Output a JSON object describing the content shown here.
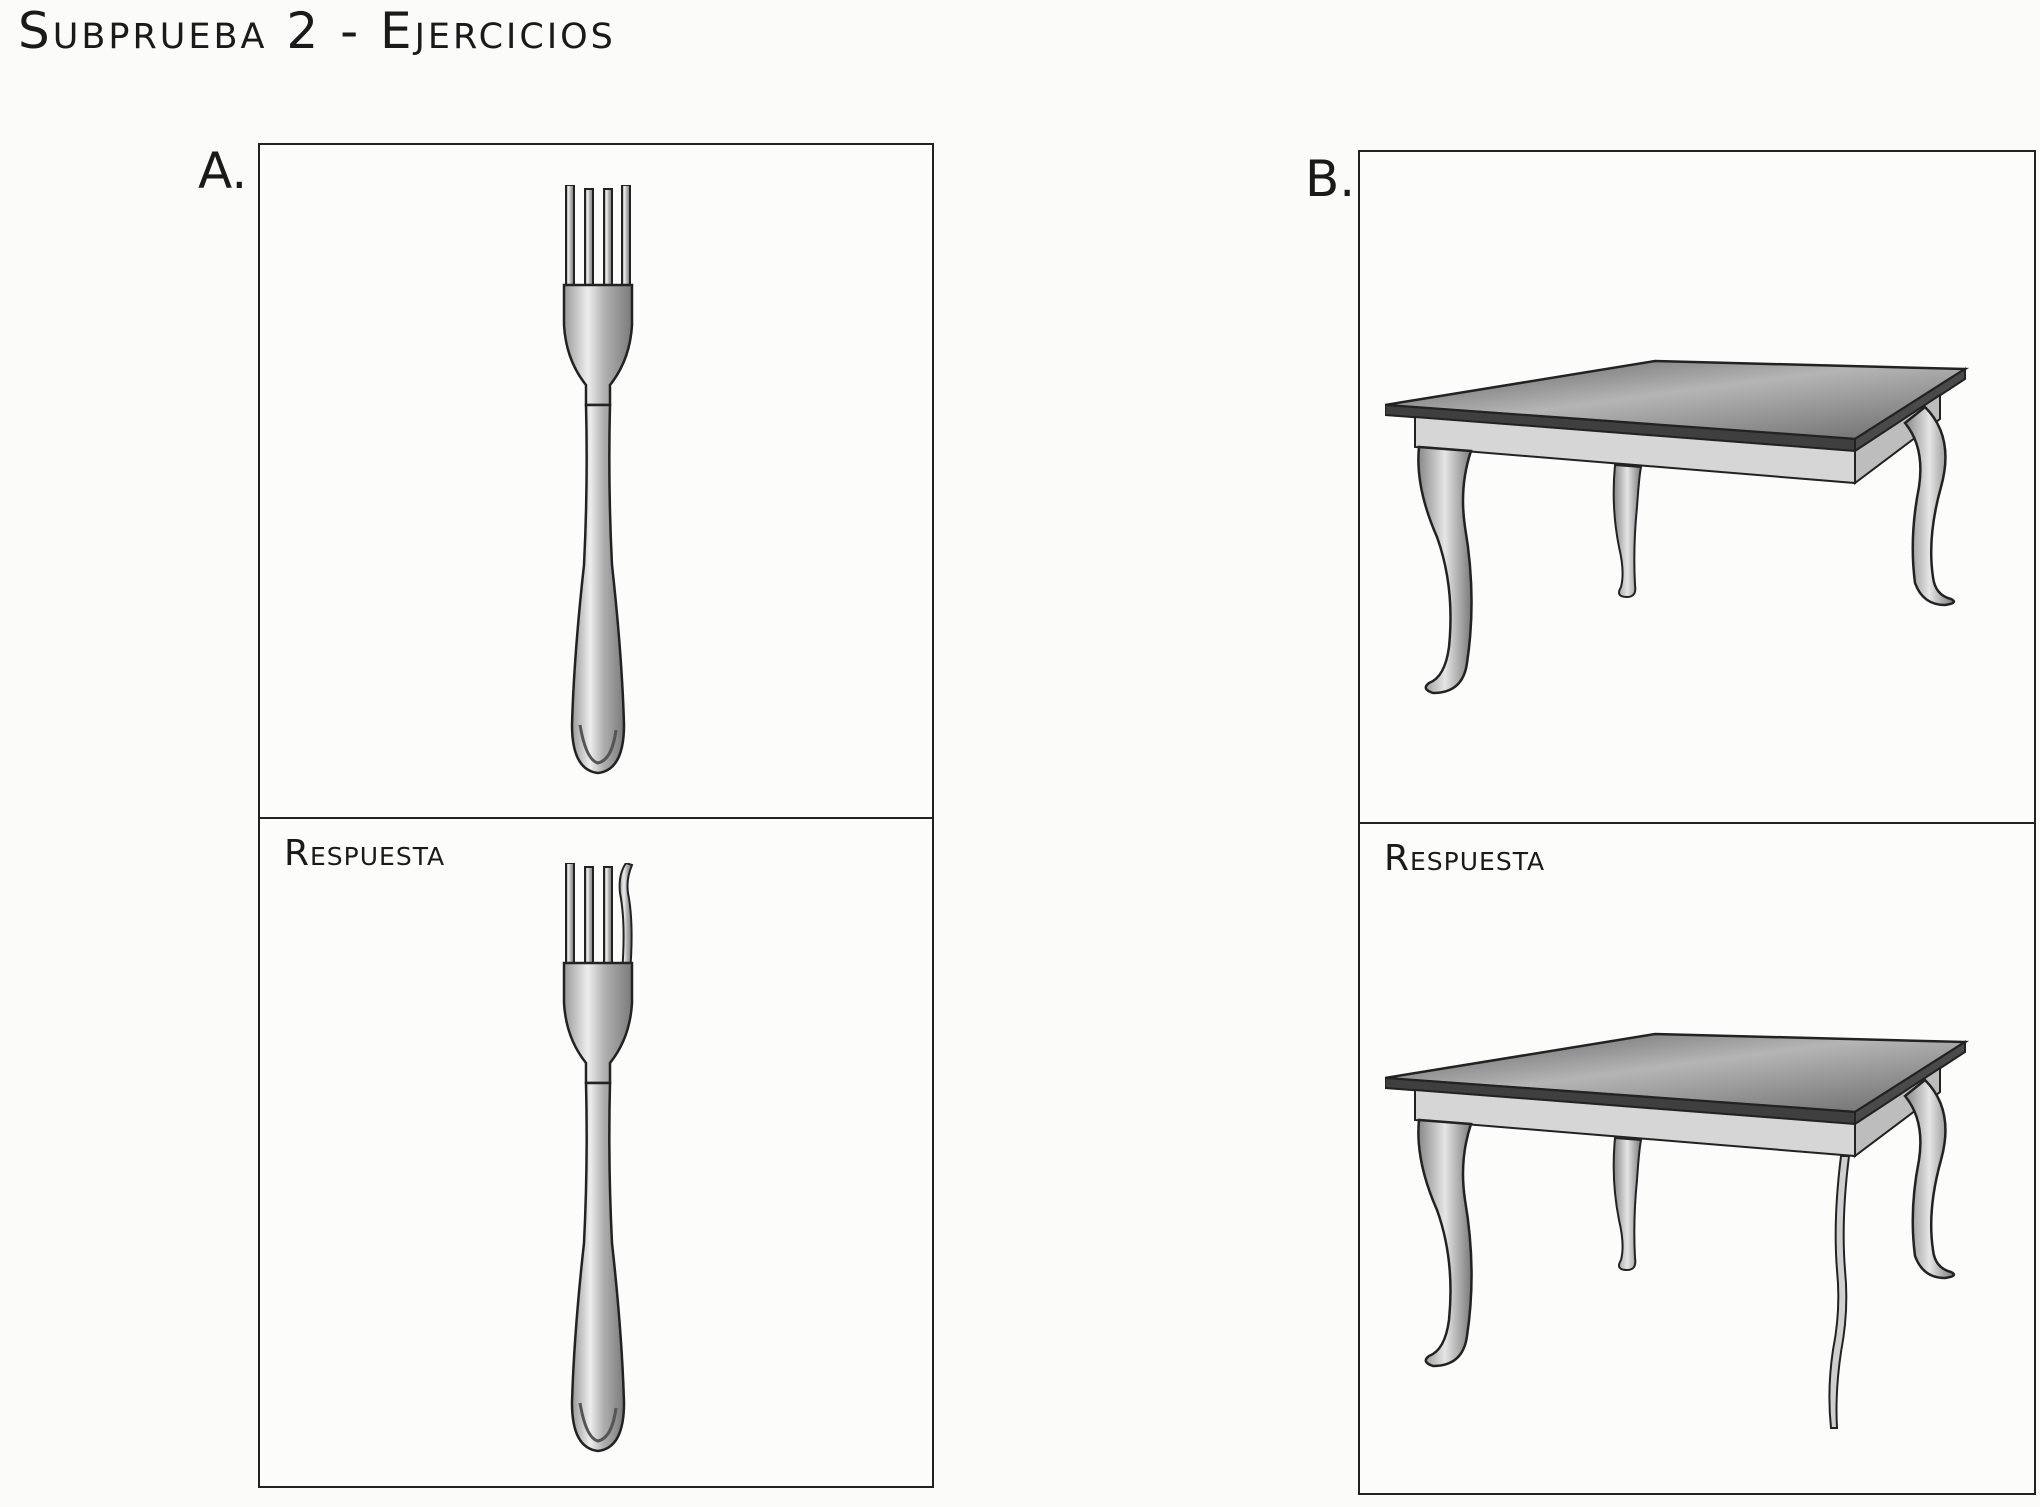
{
  "page": {
    "title": "Subprueba 2 - Ejercicios"
  },
  "exercises": [
    {
      "letter": "A.",
      "answer_label": "Respuesta",
      "stimulus_icon": "fork-icon",
      "answer_icon": "fork-bent-tine-icon"
    },
    {
      "letter": "B.",
      "answer_label": "Respuesta",
      "stimulus_icon": "table-icon",
      "answer_icon": "table-wavy-leg-icon"
    }
  ],
  "colors": {
    "ink": "#222222",
    "paper": "#fbfbfa",
    "metal": "#b8b8b8",
    "wood_top": "#6e6e6e"
  }
}
